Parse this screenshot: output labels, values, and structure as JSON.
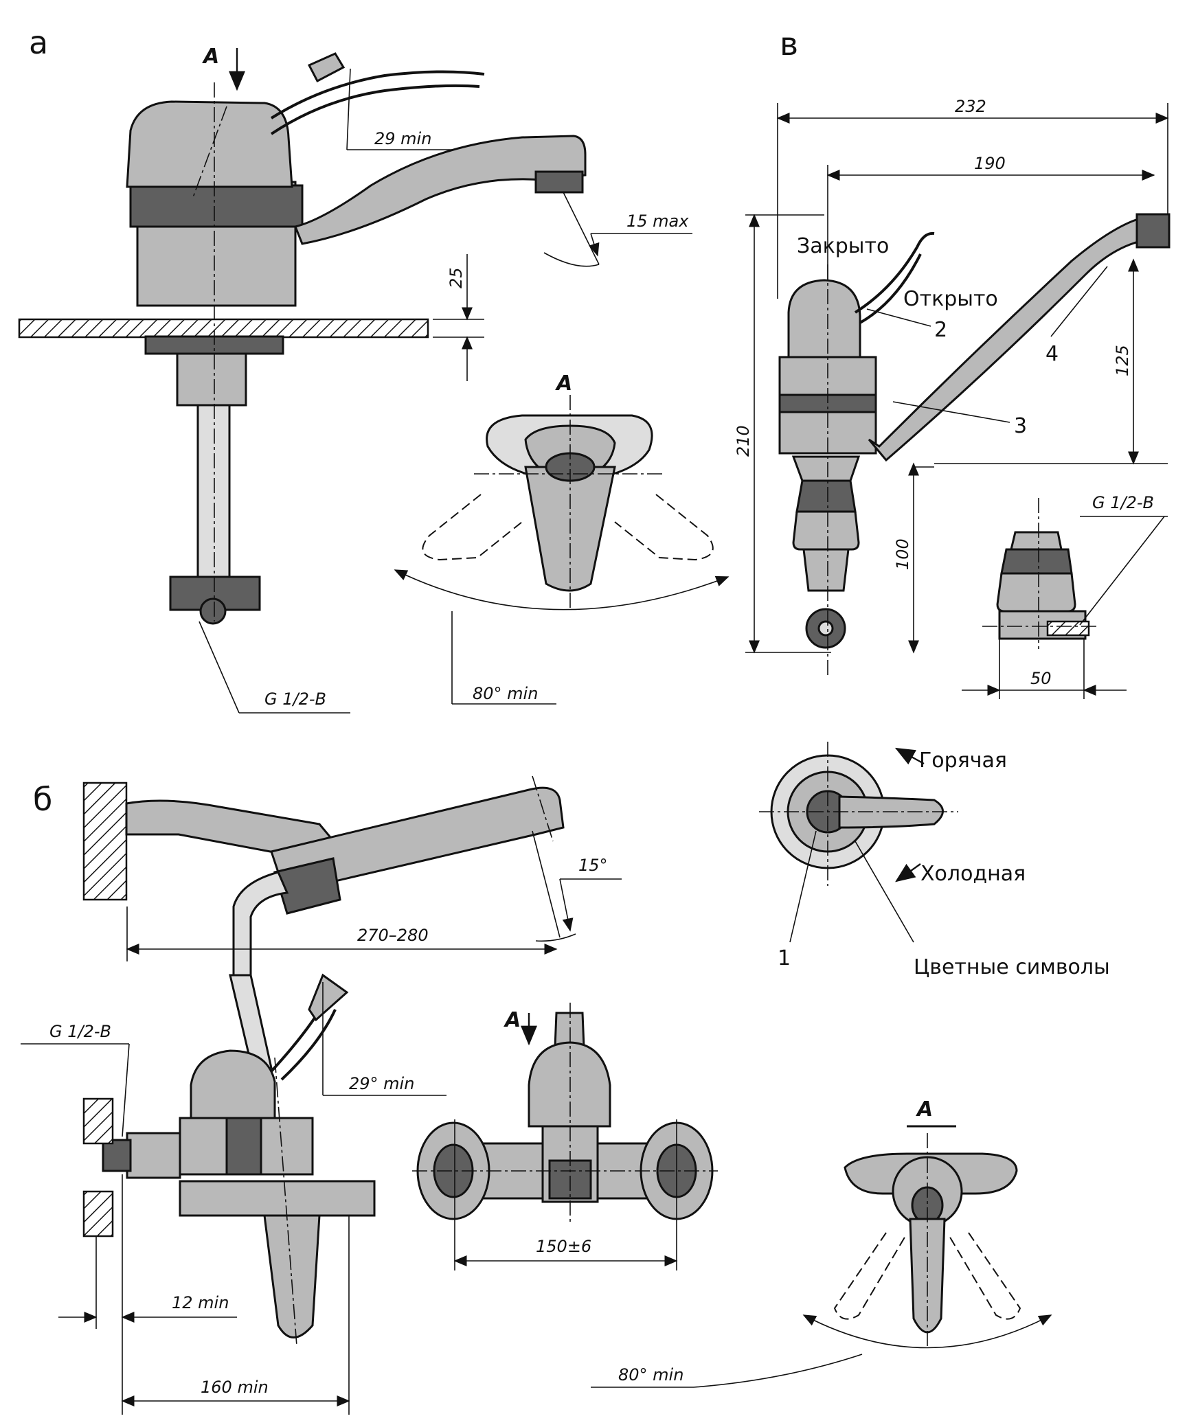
{
  "panels": {
    "a": "а",
    "b": "б",
    "v": "в"
  },
  "view_marker": "А",
  "panel_a": {
    "lever_angle": "29 min",
    "spout_angle": "15 max",
    "deck_height": "25",
    "thread": "G 1/2-B",
    "view_rotation": "80° min"
  },
  "panel_b": {
    "spout_angle": "15°",
    "spout_reach": "270–280",
    "thread": "G 1/2-B",
    "lever_angle": "29° min",
    "wall_gap": "12 min",
    "body_height": "160 min",
    "center_distance": "150±6",
    "view_rotation": "80° min"
  },
  "panel_v": {
    "overall_width": "232",
    "spout_reach": "190",
    "overall_height": "210",
    "spout_height": "125",
    "shank_height": "100",
    "thread": "G 1/2-B",
    "nut_width": "50",
    "label_closed": "Закрыто",
    "label_open": "Открыто",
    "callout_1": "1",
    "callout_2": "2",
    "callout_3": "3",
    "callout_4": "4",
    "label_hot": "Горячая",
    "label_cold": "Холодная",
    "label_color_symbols": "Цветные символы"
  }
}
